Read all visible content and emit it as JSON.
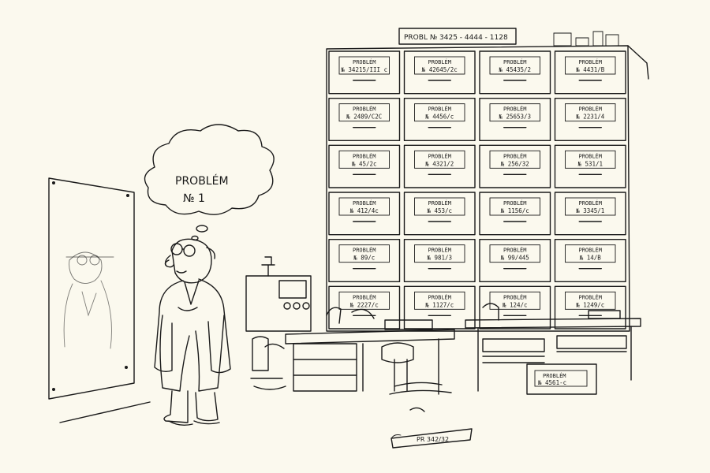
{
  "thought_bubble": {
    "line1": "PROBLÉM",
    "line2": "№ 1"
  },
  "cabinet": {
    "top_label": "PROBL № 3425 - 4444 - 1128",
    "drawers": [
      [
        "PROBLÉM",
        "№ 34215/III c"
      ],
      [
        "PROBLÉM",
        "№ 42645/2c"
      ],
      [
        "PROBLÉM",
        "№ 45435/2"
      ],
      [
        "PROBLÉM",
        "№ 4431/B"
      ],
      [
        "PROBLÉM",
        "№ 2489/C2C"
      ],
      [
        "PROBLÉM",
        "№ 4456/c"
      ],
      [
        "PROBLÉM",
        "№ 25653/3"
      ],
      [
        "PROBLÉM",
        "№ 2231/4"
      ],
      [
        "PROBLÉM",
        "№ 45/2c"
      ],
      [
        "PROBLÉM",
        "№ 4321/2"
      ],
      [
        "PROBLÉM",
        "№ 256/32"
      ],
      [
        "PROBLÉM",
        "№ 531/1"
      ],
      [
        "PROBLÉM",
        "№ 412/4c"
      ],
      [
        "PROBLÉM",
        "№ 453/c"
      ],
      [
        "PROBLÉM",
        "№ 1156/c"
      ],
      [
        "PROBLÉM",
        "№ 3345/1"
      ],
      [
        "PROBLÉM",
        "№ 89/c"
      ],
      [
        "PROBLÉM",
        "№ 981/3"
      ],
      [
        "PROBLÉM",
        "№ 99/445"
      ],
      [
        "PROBLÉM",
        "№ 14/B"
      ],
      [
        "PROBLÉM",
        "№ 2227/c"
      ],
      [
        "PROBLÉM",
        "№ 1127/c"
      ],
      [
        "PROBLÉM",
        "№ 124/c"
      ],
      [
        "PROBLÉM",
        "№ 1249/c"
      ]
    ]
  },
  "floor_drawer": [
    "PROBLÉM",
    "№ 4561-c"
  ],
  "floor_folder": "PR 342/32"
}
